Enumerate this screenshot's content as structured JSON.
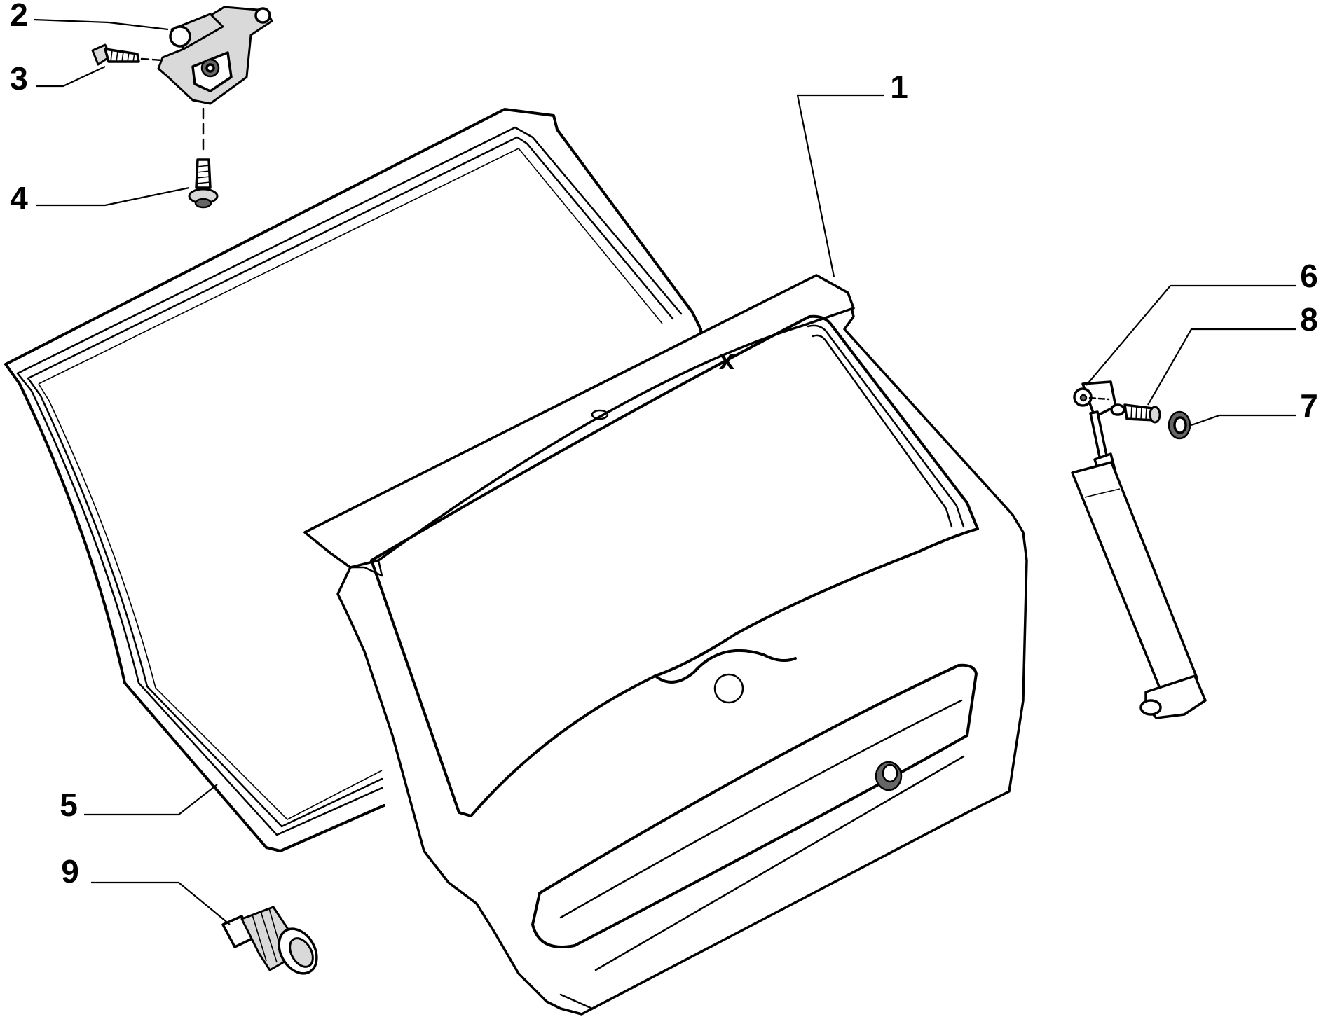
{
  "diagram": {
    "marker_x": "x",
    "callouts": [
      {
        "id": "1",
        "label": "1"
      },
      {
        "id": "2",
        "label": "2"
      },
      {
        "id": "3",
        "label": "3"
      },
      {
        "id": "4",
        "label": "4"
      },
      {
        "id": "5",
        "label": "5"
      },
      {
        "id": "6",
        "label": "6"
      },
      {
        "id": "7",
        "label": "7"
      },
      {
        "id": "8",
        "label": "8"
      },
      {
        "id": "9",
        "label": "9"
      }
    ]
  }
}
